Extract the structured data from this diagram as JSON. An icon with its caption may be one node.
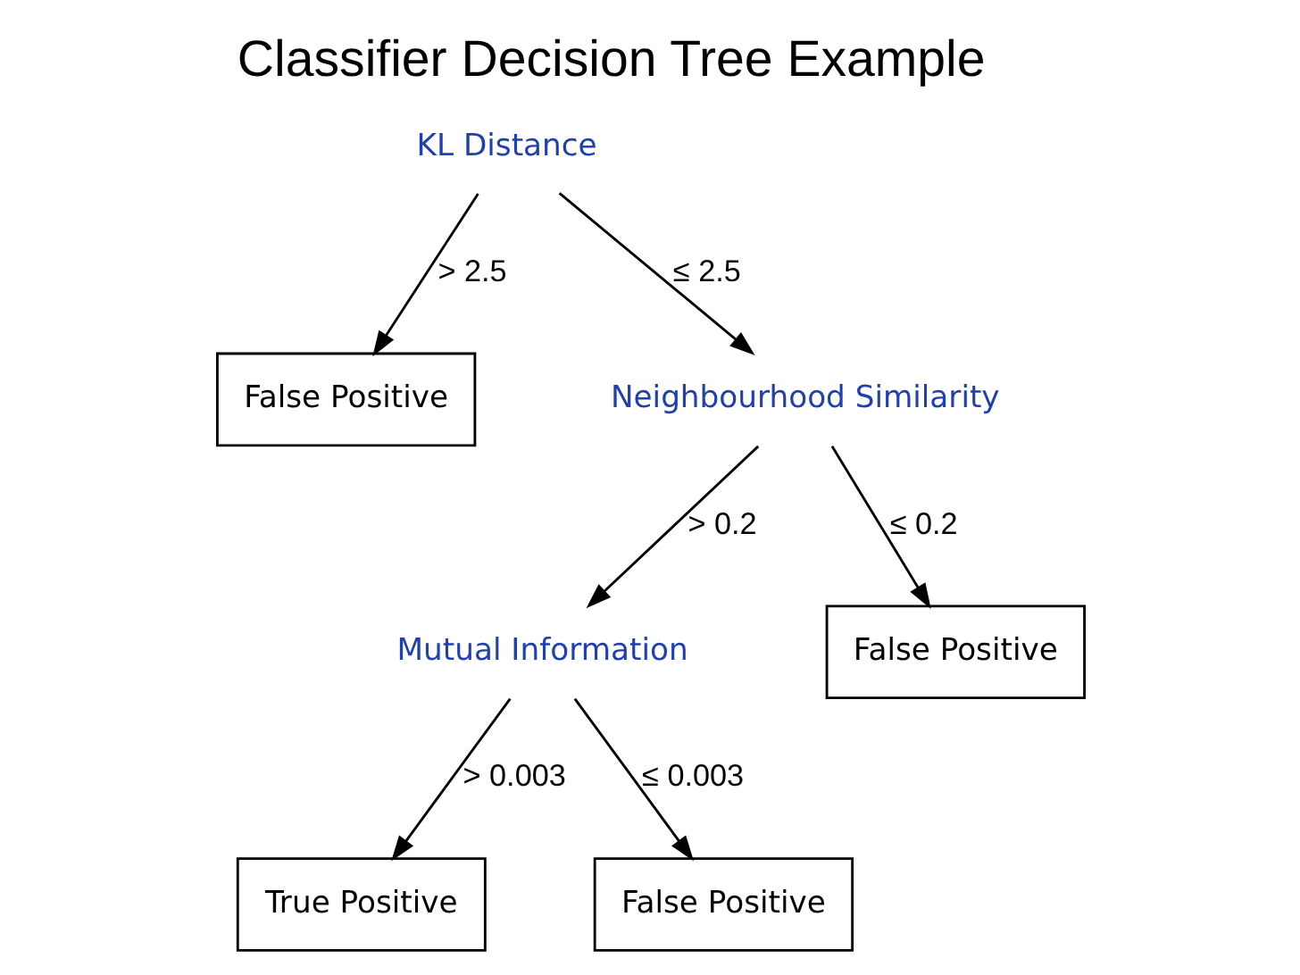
{
  "diagram": {
    "title": "Classifier Decision Tree Example",
    "nodes": [
      {
        "text": [
          "KL Distance"
        ]
      },
      {
        "text": [
          "False Positive"
        ]
      },
      {
        "text": [
          "Neighbourhood Similarity"
        ]
      },
      {
        "text": [
          "Mutual Information"
        ]
      },
      {
        "text": [
          "False Positive"
        ]
      },
      {
        "text": [
          "True Positive"
        ]
      },
      {
        "text": [
          "False Positive"
        ]
      }
    ],
    "edges": [
      {
        "from": 0,
        "to": 1,
        "arrow": "to",
        "label": "> 2.5"
      },
      {
        "from": 0,
        "to": 2,
        "arrow": "to",
        "label": "≤ 2.5"
      },
      {
        "from": 2,
        "to": 3,
        "arrow": "to",
        "label": "> 0.2"
      },
      {
        "from": 2,
        "to": 4,
        "arrow": "to",
        "label": "≤ 0.2"
      },
      {
        "from": 3,
        "to": 5,
        "arrow": "to",
        "label": "> 0.003"
      },
      {
        "from": 3,
        "to": 6,
        "arrow": "to",
        "label": "≤ 0.003"
      }
    ]
  }
}
